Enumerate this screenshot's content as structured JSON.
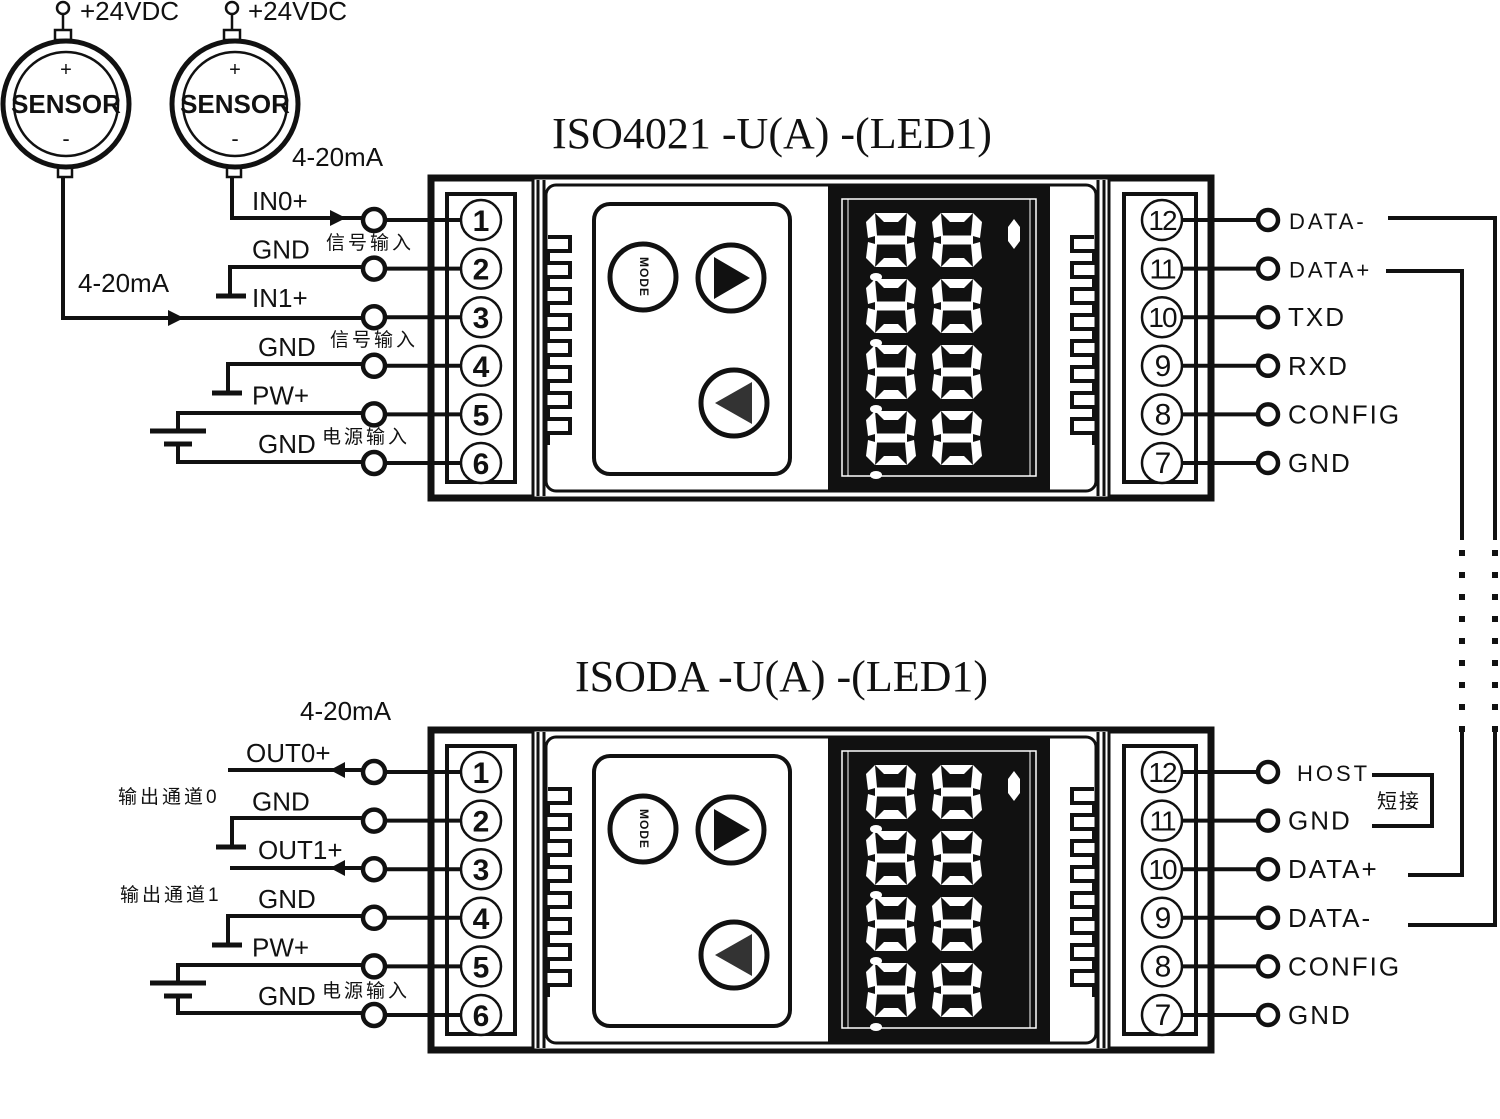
{
  "sensors": [
    {
      "supply_label": "+24VDC",
      "name": "SENSOR",
      "plus": "+",
      "minus": "-"
    },
    {
      "supply_label": "+24VDC",
      "name": "SENSOR",
      "plus": "+",
      "minus": "-"
    }
  ],
  "signal_labels": {
    "top_range": "4-20mA",
    "left_range": "4-20mA",
    "bottom_range": "4-20mA"
  },
  "modules": [
    {
      "title": "ISO4021  -U(A) -(LED1)",
      "button_mode": "MODE",
      "left_pins": [
        {
          "num": "1",
          "label": "IN0+"
        },
        {
          "num": "2",
          "label": "GND"
        },
        {
          "num": "3",
          "label": "IN1+"
        },
        {
          "num": "4",
          "label": "GND"
        },
        {
          "num": "5",
          "label": "PW+"
        },
        {
          "num": "6",
          "label": "GND"
        }
      ],
      "left_notes": [
        "信号输入",
        "信号输入",
        "电源输入"
      ],
      "right_pins": [
        {
          "num": "12",
          "label": "DATA-"
        },
        {
          "num": "11",
          "label": "DATA+"
        },
        {
          "num": "10",
          "label": "TXD"
        },
        {
          "num": "9",
          "label": "RXD"
        },
        {
          "num": "8",
          "label": "CONFIG"
        },
        {
          "num": "7",
          "label": "GND"
        }
      ]
    },
    {
      "title": "ISODA  -U(A) -(LED1)",
      "button_mode": "MODE",
      "left_pins": [
        {
          "num": "1",
          "label": "OUT0+"
        },
        {
          "num": "2",
          "label": "GND"
        },
        {
          "num": "3",
          "label": "OUT1+"
        },
        {
          "num": "4",
          "label": "GND"
        },
        {
          "num": "5",
          "label": "PW+"
        },
        {
          "num": "6",
          "label": "GND"
        }
      ],
      "left_notes": [
        "输出通道0",
        "输出通道1",
        "电源输入"
      ],
      "right_pins": [
        {
          "num": "12",
          "label": "HOST"
        },
        {
          "num": "11",
          "label": "GND"
        },
        {
          "num": "10",
          "label": "DATA+"
        },
        {
          "num": "9",
          "label": "DATA-"
        },
        {
          "num": "8",
          "label": "CONFIG"
        },
        {
          "num": "7",
          "label": "GND"
        }
      ],
      "jumper_note": "短接"
    }
  ],
  "display": {
    "digits": 8,
    "decimal_points": 4
  }
}
